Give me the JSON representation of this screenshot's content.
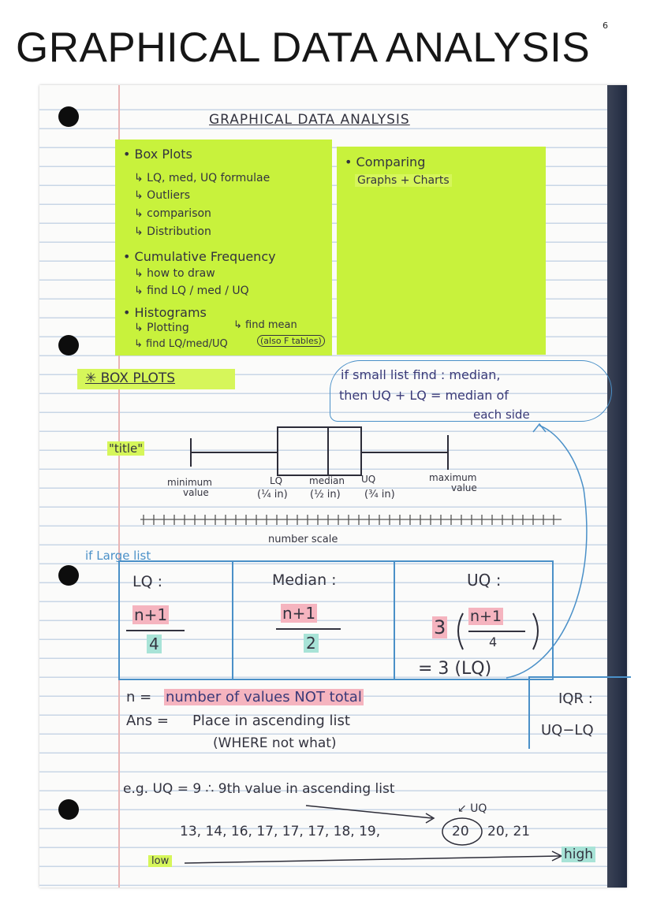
{
  "page_number": "6",
  "page_title": "GRAPHICAL DATA ANALYSIS",
  "note_title": "GRAPHICAL DATA ANALYSIS",
  "sticky_left": {
    "box_plots": "• Box Plots",
    "bp_formulae": "↳ LQ, med, UQ formulae",
    "bp_outliers": "↳ Outliers",
    "bp_comparison": "↳ comparison",
    "bp_distribution": "↳ Distribution",
    "cumulative": "• Cumulative Frequency",
    "cf_draw": "↳ how to draw",
    "cf_find": "↳ find LQ / med / UQ",
    "histograms": "• Histograms",
    "h_plotting": "↳ Plotting",
    "h_find_mean": "↳ find mean",
    "h_find_lq": "↳ find LQ/med/UQ",
    "h_also": "(also F tables)"
  },
  "sticky_right": {
    "comparing": "• Comparing",
    "graphs": "Graphs + Charts"
  },
  "section_heading": "✳ BOX PLOTS",
  "bubble": {
    "line1": "if small list find : median,",
    "line2": "then UQ + LQ = median of",
    "line3": "each side"
  },
  "diagram": {
    "title": "\"title\"",
    "minimum": "minimum",
    "minimum2": "value",
    "lq": "LQ",
    "median": "median",
    "uq": "UQ",
    "lq_frac": "(¼ in)",
    "med_frac": "(½ in)",
    "uq_frac": "(¾ in)",
    "maximum": "maximum",
    "maximum2": "value",
    "scale": "number scale"
  },
  "if_large": "if Large list",
  "table": {
    "lq_head": "LQ :",
    "lq_num": "n+1",
    "lq_den": "4",
    "med_head": "Median :",
    "med_num": "n+1",
    "med_den": "2",
    "uq_head": "UQ :",
    "uq_coef": "3",
    "uq_num": "n+1",
    "uq_den": "4",
    "uq_eq": "= 3 (LQ)"
  },
  "n_def": {
    "prefix": "n =",
    "text": "number of values NOT total"
  },
  "ans": {
    "prefix": "Ans =",
    "text": "Place in ascending list",
    "where": "(WHERE not what)"
  },
  "iqr": {
    "label": "IQR :",
    "formula": "UQ−LQ"
  },
  "example": {
    "eg": "e.g.  UQ = 9  ∴  9th value in ascending list",
    "uq_mark": "↙ UQ",
    "sequence": "13, 14, 16, 17, 17, 17, 18, 19,",
    "circled": "20",
    "tail": "20, 21",
    "low": "low",
    "high": "high"
  }
}
